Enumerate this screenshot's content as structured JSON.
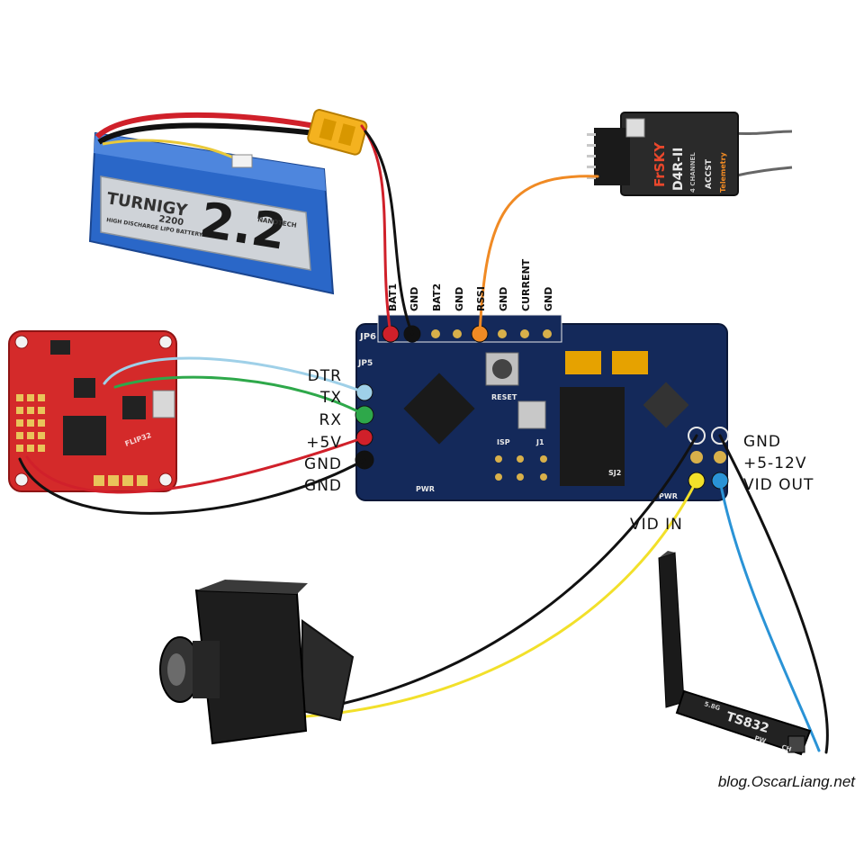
{
  "battery": {
    "brand": "TURNIGY",
    "capacity_big": "2.2",
    "capacity_small": "2200",
    "tagline": "HIGH DISCHARGE LIPO BATTERY",
    "series_tag": "NANOTECH"
  },
  "receiver": {
    "brand": "FrSKY",
    "model": "D4R-II",
    "channels": "4 CHANNEL",
    "mode": "ACCST",
    "telemetry": "Telemetry"
  },
  "jp6": {
    "header": "JP6",
    "pins": [
      "BAT1",
      "GND",
      "BAT2",
      "GND",
      "RSSI",
      "GND",
      "CURRENT",
      "GND"
    ]
  },
  "jp5": {
    "header": "JP5",
    "pins": [
      "DTR",
      "TX",
      "RX",
      "+5V",
      "GND",
      "GND"
    ]
  },
  "osd_board": {
    "silk": [
      "RESET",
      "ISP",
      "J1",
      "SJ2",
      "PWR",
      "PWR"
    ]
  },
  "video_pins": {
    "right_labels": [
      "GND",
      "+5-12V",
      "VID OUT"
    ],
    "vid_in": "VID IN"
  },
  "flight_controller": {
    "silk": "FLIP32"
  },
  "transmitter": {
    "model": "TS832",
    "freq": "5.8G",
    "pins": [
      "PW",
      "CH"
    ]
  },
  "credit": "blog.OscarLiang.net",
  "colors": {
    "wire_red": "#d0202a",
    "wire_black": "#111111",
    "wire_orange": "#f08a24",
    "wire_lightblue": "#9fd0e8",
    "wire_green": "#2ea84a",
    "wire_yellow": "#f2e02a",
    "wire_blue": "#2a93d6",
    "board_blue": "#14295a",
    "fc_red": "#d42a2a",
    "battery_blue": "#2a67c8"
  }
}
